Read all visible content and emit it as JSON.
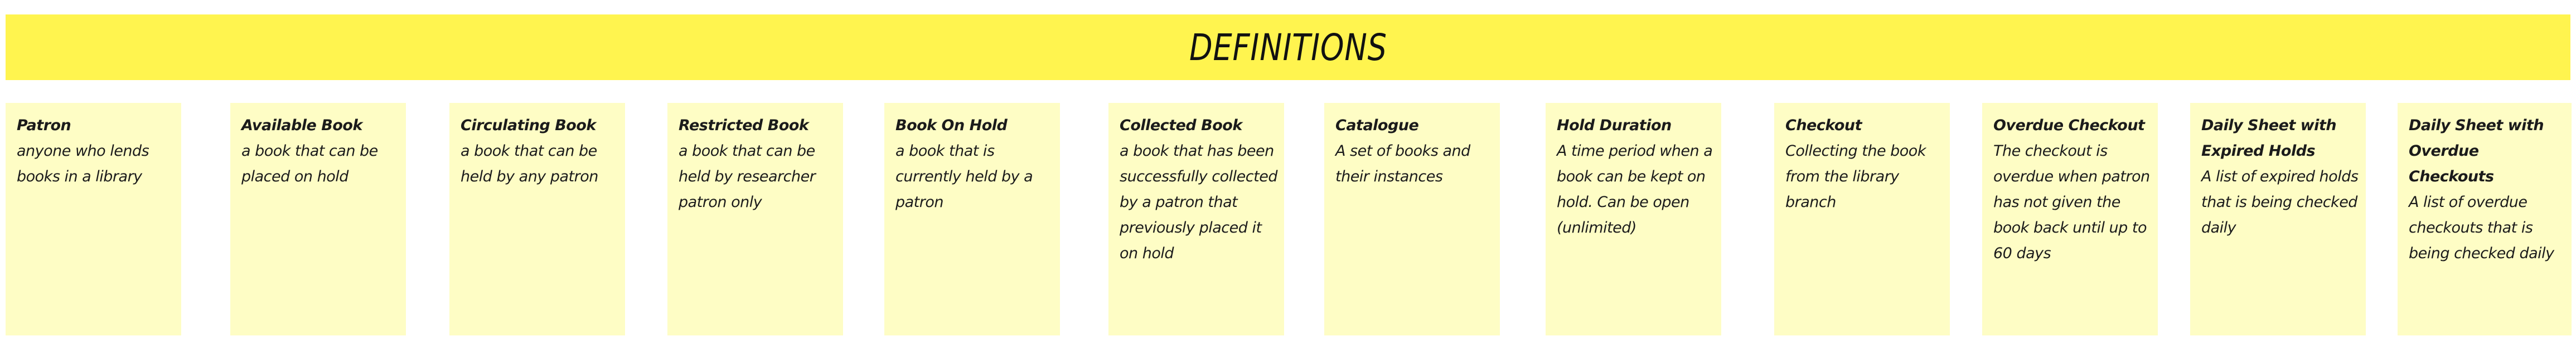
{
  "header": {
    "title": "DEFINITIONS"
  },
  "notes": [
    {
      "title": "Patron",
      "text": "anyone who lends books in a library"
    },
    {
      "title": "Available Book",
      "text": "a book that can be placed on hold"
    },
    {
      "title": "Circulating Book",
      "text": "a book that can be held by any patron"
    },
    {
      "title": "Restricted Book",
      "text": "a book that can be held by researcher patron only"
    },
    {
      "title": "Book On Hold",
      "text": "a book that is currently held by a patron"
    },
    {
      "title": "Collected Book",
      "text": "a book that has been successfully collected by a patron that previously placed it on hold"
    },
    {
      "title": "Catalogue",
      "text": "A set of books and their instances"
    },
    {
      "title": "Hold Duration",
      "text": "A time period  when a book can be kept on hold. Can be open (unlimited)"
    },
    {
      "title": "Checkout",
      "text": "Collecting the book from the library branch"
    },
    {
      "title": "Overdue Checkout",
      "text": "The checkout is overdue when patron has not given the book back until  up to 60 days"
    },
    {
      "title": "Daily Sheet with Expired Holds",
      "text": "A list of expired holds that is being checked daily"
    },
    {
      "title": "Daily Sheet with Overdue Checkouts",
      "text": "A list of overdue checkouts that is being checked daily"
    }
  ]
}
